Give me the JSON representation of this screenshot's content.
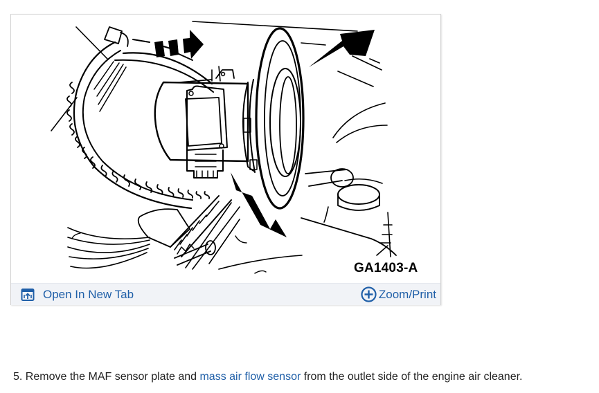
{
  "figure": {
    "diagram_label": "GA1403-A",
    "diagram_description": "Line drawing of mass air flow sensor mounted to engine air cleaner outlet, with arrows indicating removal",
    "footer": {
      "open_new_tab_label": "Open In New Tab",
      "open_new_tab_icon": "open-in-new-tab-icon",
      "zoom_print_label": "Zoom/Print",
      "zoom_print_icon": "circle-plus-icon"
    }
  },
  "caption": {
    "prefix": "5. Remove the MAF sensor plate and ",
    "link_text": "mass air flow sensor",
    "suffix": " from the outlet side of the engine air cleaner."
  },
  "colors": {
    "link": "#1f5fa8",
    "footer_bg": "#f1f3f7",
    "frame_border": "#d2d2d2",
    "body_text": "#222222"
  }
}
